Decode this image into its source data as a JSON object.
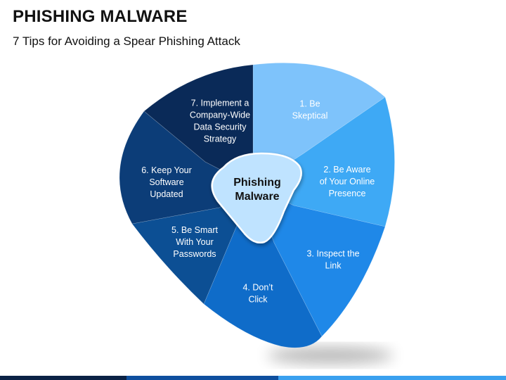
{
  "header": {
    "title": "PHISHING MALWARE",
    "subtitle": "7 Tips for Avoiding a Spear Phishing Attack"
  },
  "diagram": {
    "center": {
      "lines": [
        "Phishing",
        "Malware"
      ],
      "color": "#bfe3ff"
    },
    "segments": [
      {
        "lines": [
          "1. Be",
          "Skeptical"
        ],
        "color": "#7ec3fb"
      },
      {
        "lines": [
          "2. Be Aware",
          "of Your Online",
          "Presence"
        ],
        "color": "#3ea9f5"
      },
      {
        "lines": [
          "3. Inspect the",
          "Link"
        ],
        "color": "#1f88e8"
      },
      {
        "lines": [
          "4. Don’t",
          "Click"
        ],
        "color": "#0f6cc9"
      },
      {
        "lines": [
          "5. Be Smart",
          "With Your",
          "Passwords"
        ],
        "color": "#0c4f94"
      },
      {
        "lines": [
          "6. Keep Your",
          "Software",
          "Updated"
        ],
        "color": "#0c3d78"
      },
      {
        "lines": [
          "7. Implement a",
          "Company-Wide",
          "Data Security",
          "Strategy"
        ],
        "color": "#0a2a58"
      }
    ]
  }
}
